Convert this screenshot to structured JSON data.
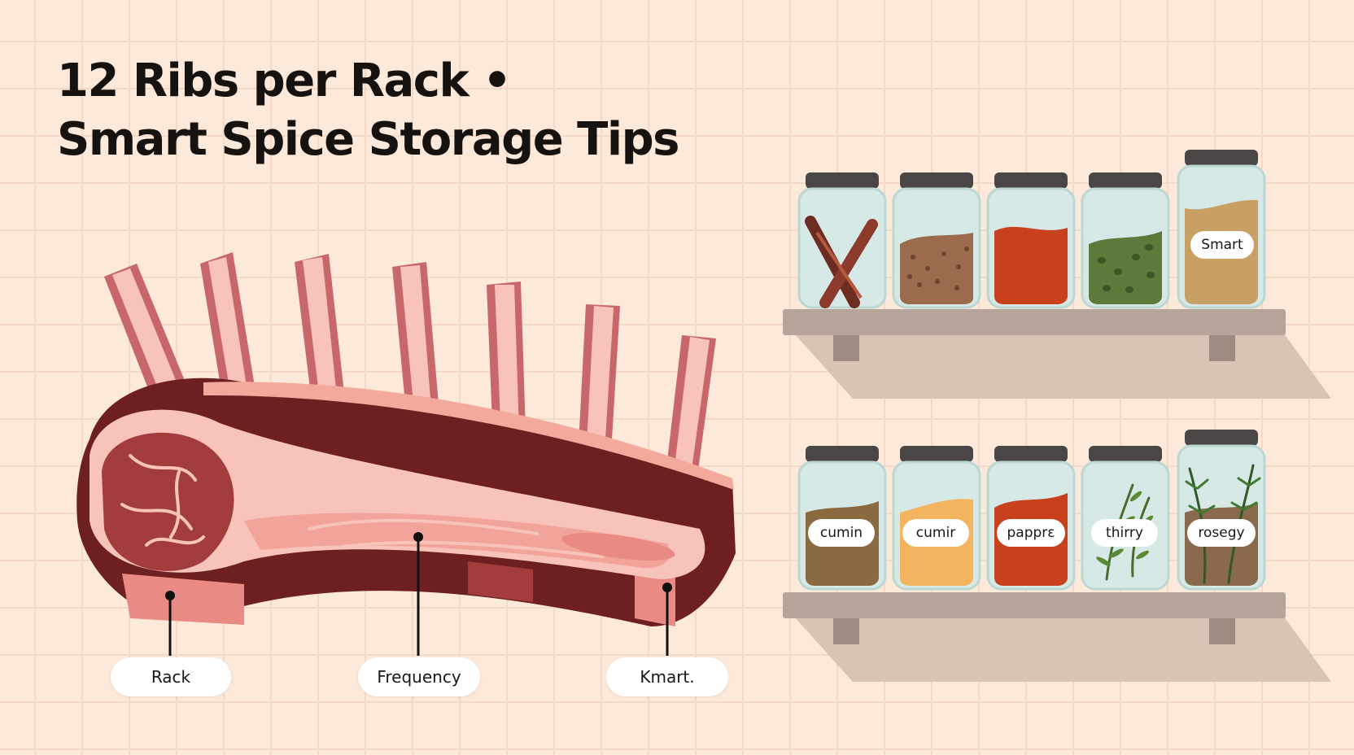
{
  "title": {
    "line1": "12 Ribs per Rack •",
    "line2": "Smart Spice Storage Tips"
  },
  "callouts": {
    "rack": "Rack",
    "frequency": "Frequency",
    "kmart": "Kmart."
  },
  "jars": {
    "top_jar5_label": "Smart",
    "bottom_jar1_label": "cumin",
    "bottom_jar2_label": "cumir",
    "bottom_jar3_label": "papprε",
    "bottom_jar4_label": "thirry",
    "bottom_jar5_label": "rosegy"
  },
  "colors": {
    "background": "#fce9da",
    "grid_line": "#f3d9c6",
    "meat_dark": "#6e1f20",
    "meat_mid": "#a33d3d",
    "bone": "#f6b7aa",
    "fat": "#f2a39a",
    "shelf": "#b7a49a",
    "jar_glass": "#d6e9e6",
    "jar_lid": "#4a4646"
  }
}
